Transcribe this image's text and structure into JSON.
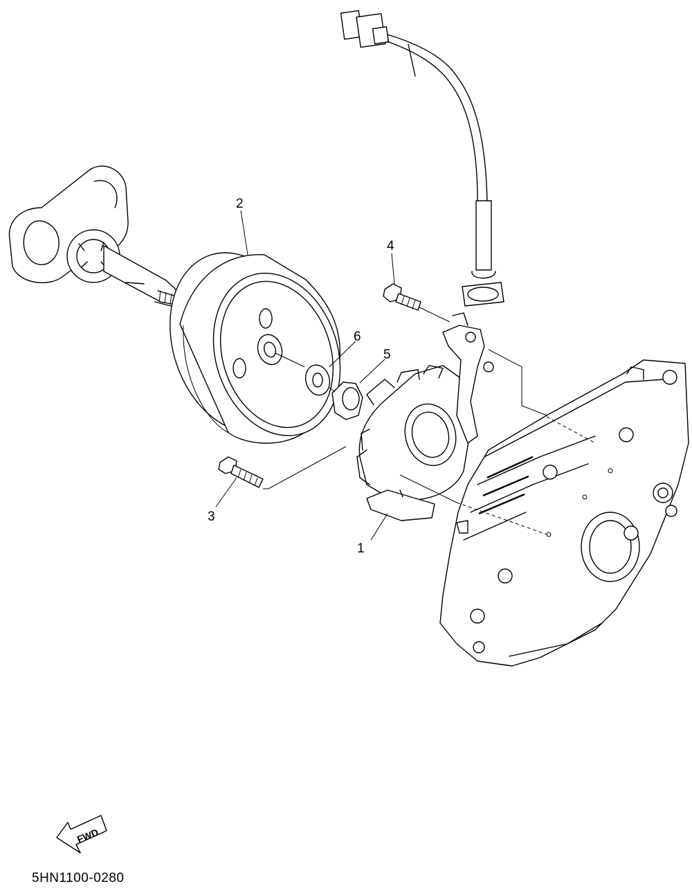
{
  "diagram": {
    "parts": [
      {
        "number": "1",
        "part": "stator-assembly"
      },
      {
        "number": "2",
        "part": "rotor-flywheel"
      },
      {
        "number": "3",
        "part": "stator-screw"
      },
      {
        "number": "4",
        "part": "pickup-screw"
      },
      {
        "number": "5",
        "part": "rotor-nut"
      },
      {
        "number": "6",
        "part": "washer"
      }
    ],
    "fwd_label": "FWD",
    "diagram_code": "5HN1100-0280"
  }
}
